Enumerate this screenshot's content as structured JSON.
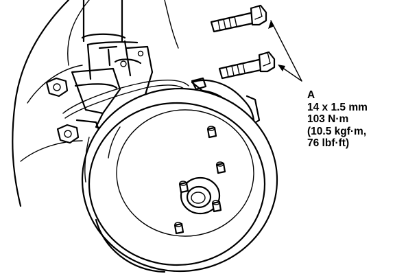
{
  "callout": {
    "letter": "A",
    "spec_line1": "14 x 1.5 mm",
    "spec_line2": "103 N·m",
    "spec_line3": "(10.5 kgf·m,",
    "spec_line4": "76 lbf·ft)"
  }
}
